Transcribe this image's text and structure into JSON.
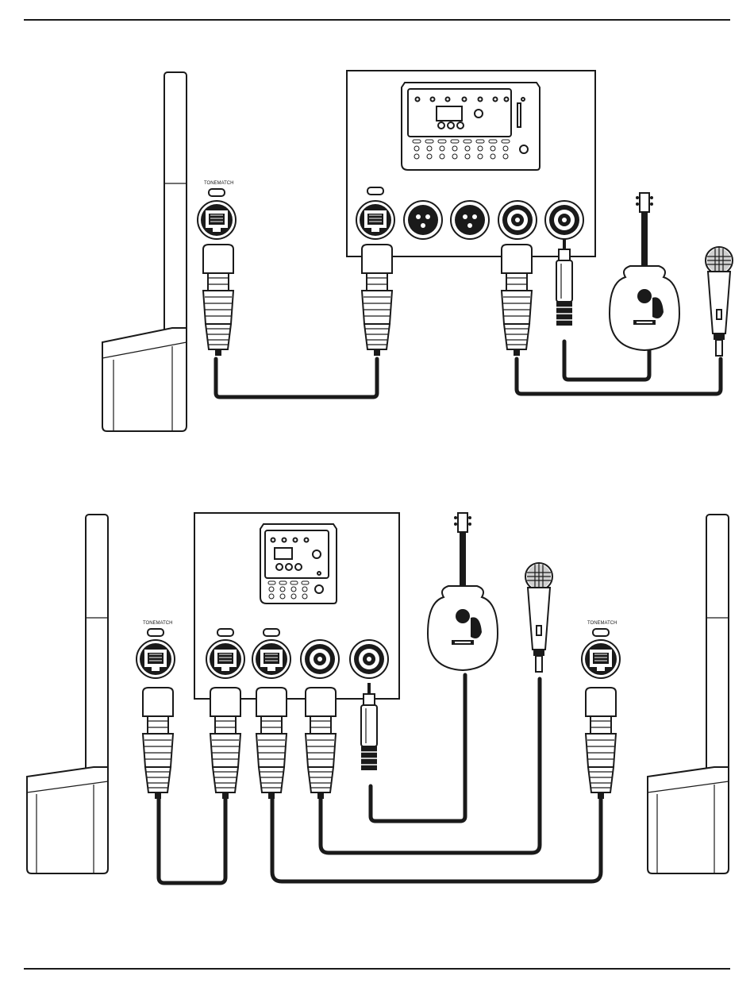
{
  "diagram": {
    "tonematch_label": "TONEMATCH",
    "sections": [
      {
        "id": "single-system",
        "cables": [
          {
            "from": "speaker-tonematch-port",
            "to": "mixer-tonematch-port"
          },
          {
            "from": "mixer-combo-input-1",
            "to": "microphone"
          },
          {
            "from": "mixer-combo-input-2",
            "to": "acoustic-guitar"
          }
        ]
      },
      {
        "id": "dual-system",
        "cables": [
          {
            "from": "left-speaker-tonematch-port",
            "to": "mixer-tonematch-port-1"
          },
          {
            "from": "mixer-tonematch-port-2",
            "to": "right-speaker-tonematch-port"
          },
          {
            "from": "mixer-combo-input-1",
            "to": "microphone"
          },
          {
            "from": "mixer-combo-input-2",
            "to": "acoustic-guitar"
          }
        ]
      }
    ]
  }
}
